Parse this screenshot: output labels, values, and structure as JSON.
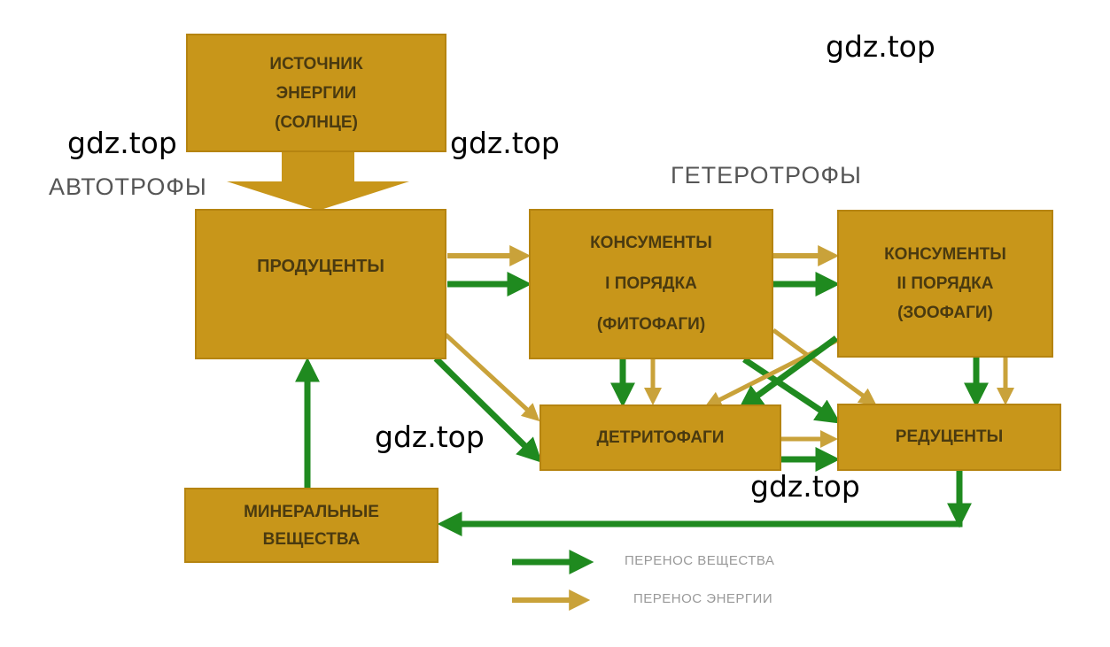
{
  "colors": {
    "box_fill": "#c8961a",
    "box_border": "#b58410",
    "box_text": "#4a3a10",
    "matter_arrow": "#1f8a1f",
    "energy_arrow": "#c9a23a",
    "heading_text": "#555555"
  },
  "headings": {
    "autotrophs": "АВТОТРОФЫ",
    "heterotrophs": "ГЕТЕРОТРОФЫ"
  },
  "nodes": {
    "sun": "ИСТОЧНИК\nЭНЕРГИИ\n(СОЛНЦЕ)",
    "producers": "ПРОДУЦЕНТЫ",
    "consumers1": "КОНСУМЕНТЫ\nI ПОРЯДКА\n(ФИТОФАГИ)",
    "consumers2": "КОНСУМЕНТЫ\nII ПОРЯДКА\n(ЗООФАГИ)",
    "detritivores": "ДЕТРИТОФАГИ",
    "decomposers": "РЕДУЦЕНТЫ",
    "minerals": "МИНЕРАЛЬНЫЕ\nВЕЩЕСТВА"
  },
  "legend": {
    "matter": "ПЕРЕНОС ВЕЩЕСТВА",
    "energy": "ПЕРЕНОС ЭНЕРГИИ"
  },
  "watermark": "gdz.top"
}
